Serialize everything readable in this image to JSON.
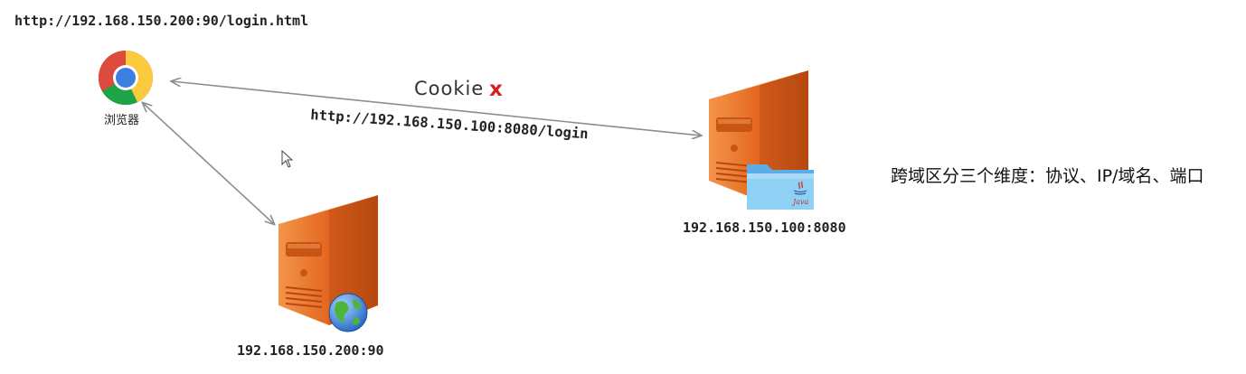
{
  "top_url": "http://192.168.150.200:90/login.html",
  "browser": {
    "label": "浏览器",
    "icon": "chrome-browser-icon"
  },
  "cookie": {
    "label": "Cookie",
    "mark": "x"
  },
  "request_url": "http://192.168.150.100:8080/login",
  "java_server": {
    "label": "192.168.150.100:8080",
    "icon": "java-server-icon",
    "badge_text": "Java"
  },
  "web_server": {
    "label": "192.168.150.200:90",
    "icon": "web-server-icon"
  },
  "note": "跨域区分三个维度：协议、IP/域名、端口",
  "colors": {
    "server_orange": "#e9742a",
    "server_dark": "#b34c12",
    "arrow": "#8a8f94",
    "cookie_x": "#d42020",
    "folder_blue": "#7cc4f0"
  }
}
